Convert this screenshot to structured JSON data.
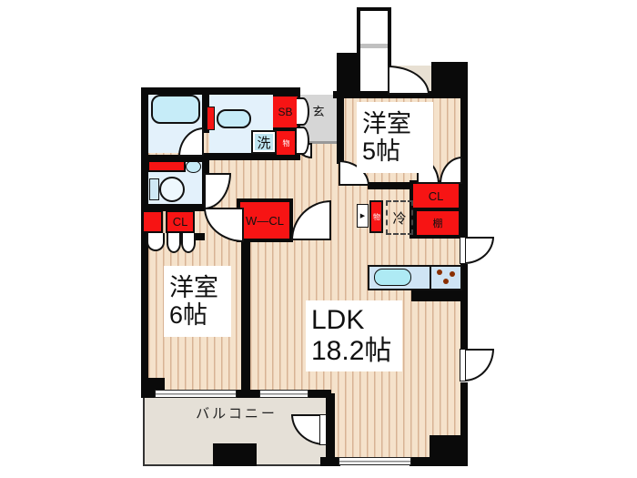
{
  "rooms": {
    "western5": {
      "name": "洋室",
      "size": "5帖"
    },
    "western6": {
      "name": "洋室",
      "size": "6帖"
    },
    "ldk": {
      "name": "LDK",
      "size": "18.2帖"
    },
    "balcony": {
      "name": "バルコニー"
    },
    "entrance": {
      "name": "玄"
    }
  },
  "fixtures": {
    "shoe_box": "SB",
    "washer": "洗",
    "storage_small_1": "物",
    "storage_small_2": "物",
    "closet_left": "CL",
    "walk_in_closet": "W—CL",
    "closet_right": "CL",
    "shelf": "棚",
    "refrigerator": "冷"
  },
  "icons": {
    "door_marker": "▶"
  },
  "colors": {
    "wall": "#0a0a0a",
    "floor_base": "#f5e2cb",
    "floor_stripe": "#d8b394",
    "wet_floor": "#e3f1fb",
    "fixture_fill": "#c6ecf8",
    "accent_red": "#f71414",
    "balcony_floor": "#e5e0d7",
    "entrance_tile": "#d6d6d6",
    "porch_tile": "#e8e0d3",
    "kitchen_counter": "#cfe4f4",
    "sink_fill": "#aeeaf4",
    "burner_dot": "#8a2f00"
  }
}
